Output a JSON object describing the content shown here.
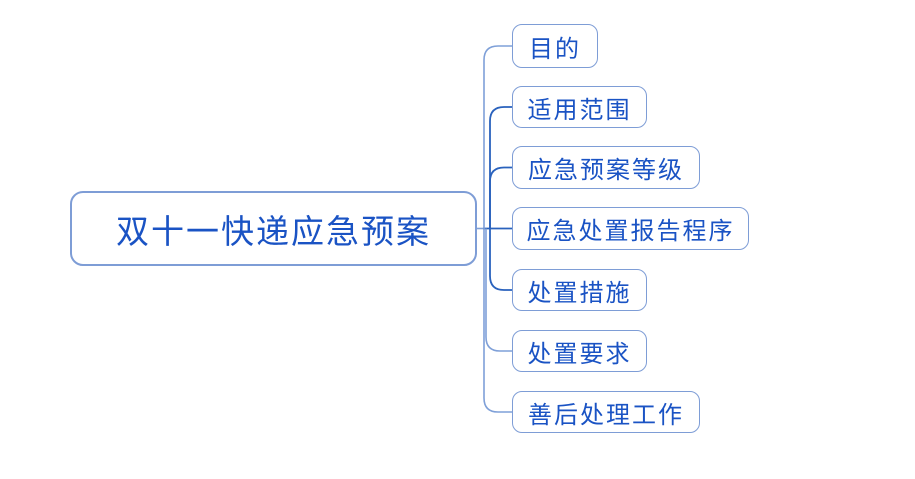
{
  "root": {
    "label": "双十一快递应急预案"
  },
  "children": [
    {
      "label": "目的"
    },
    {
      "label": "适用范围"
    },
    {
      "label": "应急预案等级"
    },
    {
      "label": "应急处置报告程序"
    },
    {
      "label": "处置措施"
    },
    {
      "label": "处置要求"
    },
    {
      "label": "善后处理工作"
    }
  ],
  "colors": {
    "background": "#FFFFFF",
    "node_border": "#7E9DD6",
    "text": "#1A53C4",
    "connector_dark": "#2A62BD",
    "connector_light": "#7FA0D8"
  }
}
